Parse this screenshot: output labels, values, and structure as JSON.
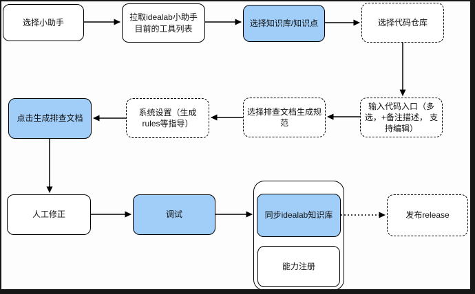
{
  "diagram": {
    "title_hint": "idealab assistant troubleshooting-doc generation flow",
    "colors": {
      "node_fill_blue": "#a0cef8",
      "node_border": "#000000",
      "background": "#fdfdfd",
      "frame": "#161616"
    },
    "nodes": [
      {
        "id": "select-assistant",
        "label": "选择小助手",
        "style": "solid"
      },
      {
        "id": "fetch-tools",
        "label": "拉取idealab小助手目前的工具列表",
        "style": "solid"
      },
      {
        "id": "select-knowledge",
        "label": "选择知识库/知识点",
        "style": "blue"
      },
      {
        "id": "select-repo",
        "label": "选择代码仓库",
        "style": "dashed"
      },
      {
        "id": "click-generate",
        "label": "点击生成排查文档",
        "style": "blue"
      },
      {
        "id": "system-settings",
        "label": "系统设置（生成rules等指导）",
        "style": "dashed"
      },
      {
        "id": "select-spec",
        "label": "选择排查文档生成规范",
        "style": "dashed"
      },
      {
        "id": "input-entry",
        "label": "输入代码入口（多选，+备注描述， 支持编辑）",
        "style": "dashed"
      },
      {
        "id": "manual-fix",
        "label": "人工修正",
        "style": "solid"
      },
      {
        "id": "debug",
        "label": "调试",
        "style": "blue"
      },
      {
        "id": "sync-idealab",
        "label": "同步idealab知识库",
        "style": "blue"
      },
      {
        "id": "capability-register",
        "label": "能力注册",
        "style": "solid"
      },
      {
        "id": "release",
        "label": "发布release",
        "style": "dashed"
      }
    ],
    "edges": [
      {
        "from": "select-assistant",
        "to": "fetch-tools",
        "style": "solid"
      },
      {
        "from": "fetch-tools",
        "to": "select-knowledge",
        "style": "solid"
      },
      {
        "from": "select-knowledge",
        "to": "select-repo",
        "style": "solid"
      },
      {
        "from": "select-repo",
        "to": "input-entry",
        "style": "solid"
      },
      {
        "from": "input-entry",
        "to": "select-spec",
        "style": "solid"
      },
      {
        "from": "select-spec",
        "to": "system-settings",
        "style": "solid"
      },
      {
        "from": "system-settings",
        "to": "click-generate",
        "style": "solid"
      },
      {
        "from": "click-generate",
        "to": "manual-fix",
        "style": "solid"
      },
      {
        "from": "manual-fix",
        "to": "debug",
        "style": "solid"
      },
      {
        "from": "debug",
        "to": "sync-idealab",
        "style": "solid"
      },
      {
        "from": "sync-idealab",
        "to": "release",
        "style": "dotted"
      }
    ]
  }
}
